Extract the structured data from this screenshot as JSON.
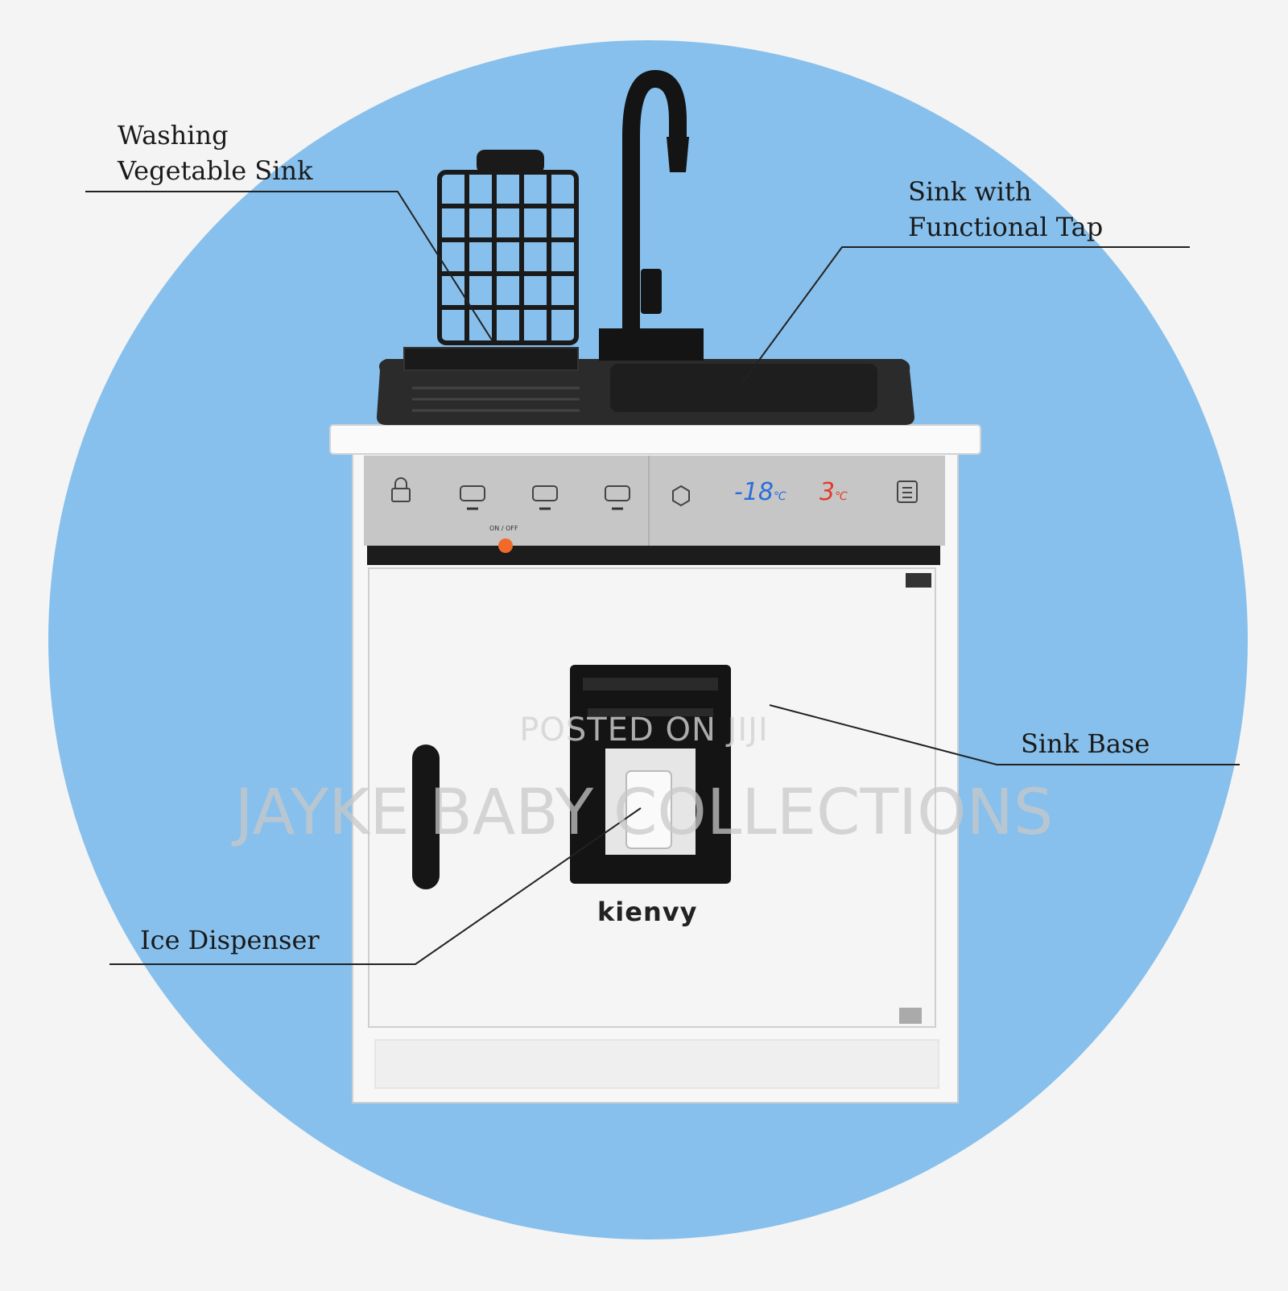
{
  "colors": {
    "background": "#f4f4f4",
    "circle": "#87c0ec",
    "cabinet": "#f7f7f7",
    "sink": "#2b2b2b",
    "panel": "#c4c4c4",
    "power_button": "#f26a2a",
    "display_blue": "#2b6ed8",
    "display_red": "#e43a2b"
  },
  "callouts": {
    "washing_sink": [
      "Washing",
      "Vegetable Sink"
    ],
    "functional_tap": [
      "Sink with",
      "Functional Tap"
    ],
    "sink_base": [
      "Sink Base"
    ],
    "ice_dispenser": [
      "Ice Dispenser"
    ]
  },
  "panel": {
    "freezer_display": "-18",
    "fridge_display": "3",
    "unit": "℃",
    "power_label": "ON / OFF"
  },
  "brand": "kienvy",
  "watermarks": {
    "top": "POSTED ON JIJI",
    "main": "JAYKE BABY COLLECTIONS"
  }
}
